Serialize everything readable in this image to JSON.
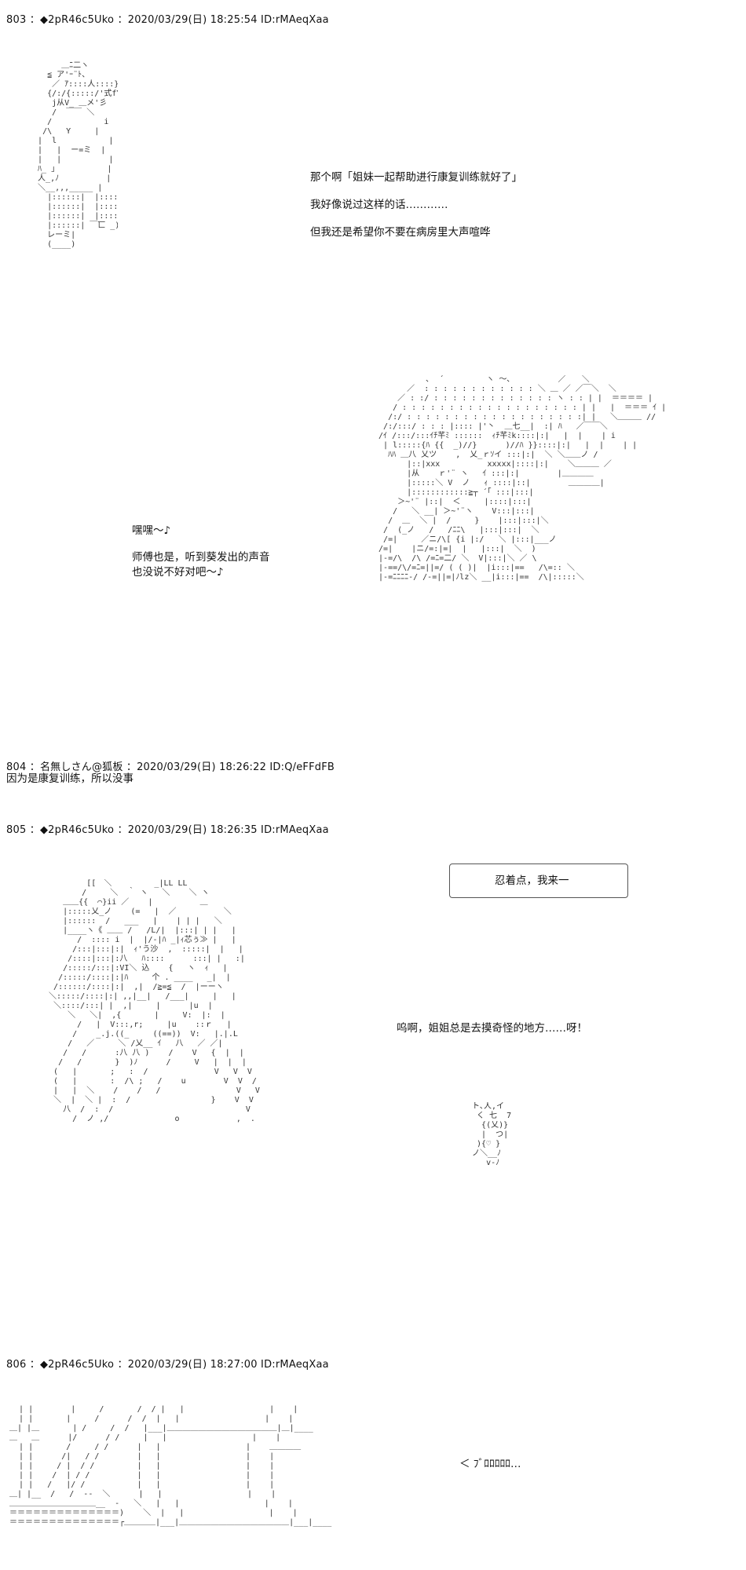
{
  "posts": [
    {
      "id": "post-803",
      "header": "803 ：◆2pR46c5Uko ：2020/03/29(日) 18:25:54 ID:rMAeqXaa"
    },
    {
      "id": "post-804",
      "header": "804 ：名無しさん@狐板 ：2020/03/29(日) 18:26:22 ID:Q/eFFdFB",
      "body": "因为是康复训练，所以没事"
    },
    {
      "id": "post-805",
      "header": "805 ：◆2pR46c5Uko ：2020/03/29(日) 18:26:35 ID:rMAeqXaa"
    },
    {
      "id": "post-806",
      "header": "806 ：◆2pR46c5Uko ：2020/03/29(日) 18:27:00 ID:rMAeqXaa"
    }
  ],
  "dialogue": {
    "p803_line1": "那个啊「姐妹一起帮助进行康复训练就好了」",
    "p803_line2": "我好像说过这样的话…………",
    "p803_line3": "但我还是希望你不要在病房里大声喧哗",
    "p803_line4": "嘿嘿～♪",
    "p803_line5": "师傅也是，听到葵发出的声音",
    "p803_line6": "也没说不好对吧～♪",
    "p805_bubble": "忍着点，我来一",
    "p805_line1": "呜啊，姐姐总是去摸奇怪的地方……呀！",
    "p806_line1": "＜ ﾌﾞﾛﾛﾛﾛﾛ…"
  }
}
